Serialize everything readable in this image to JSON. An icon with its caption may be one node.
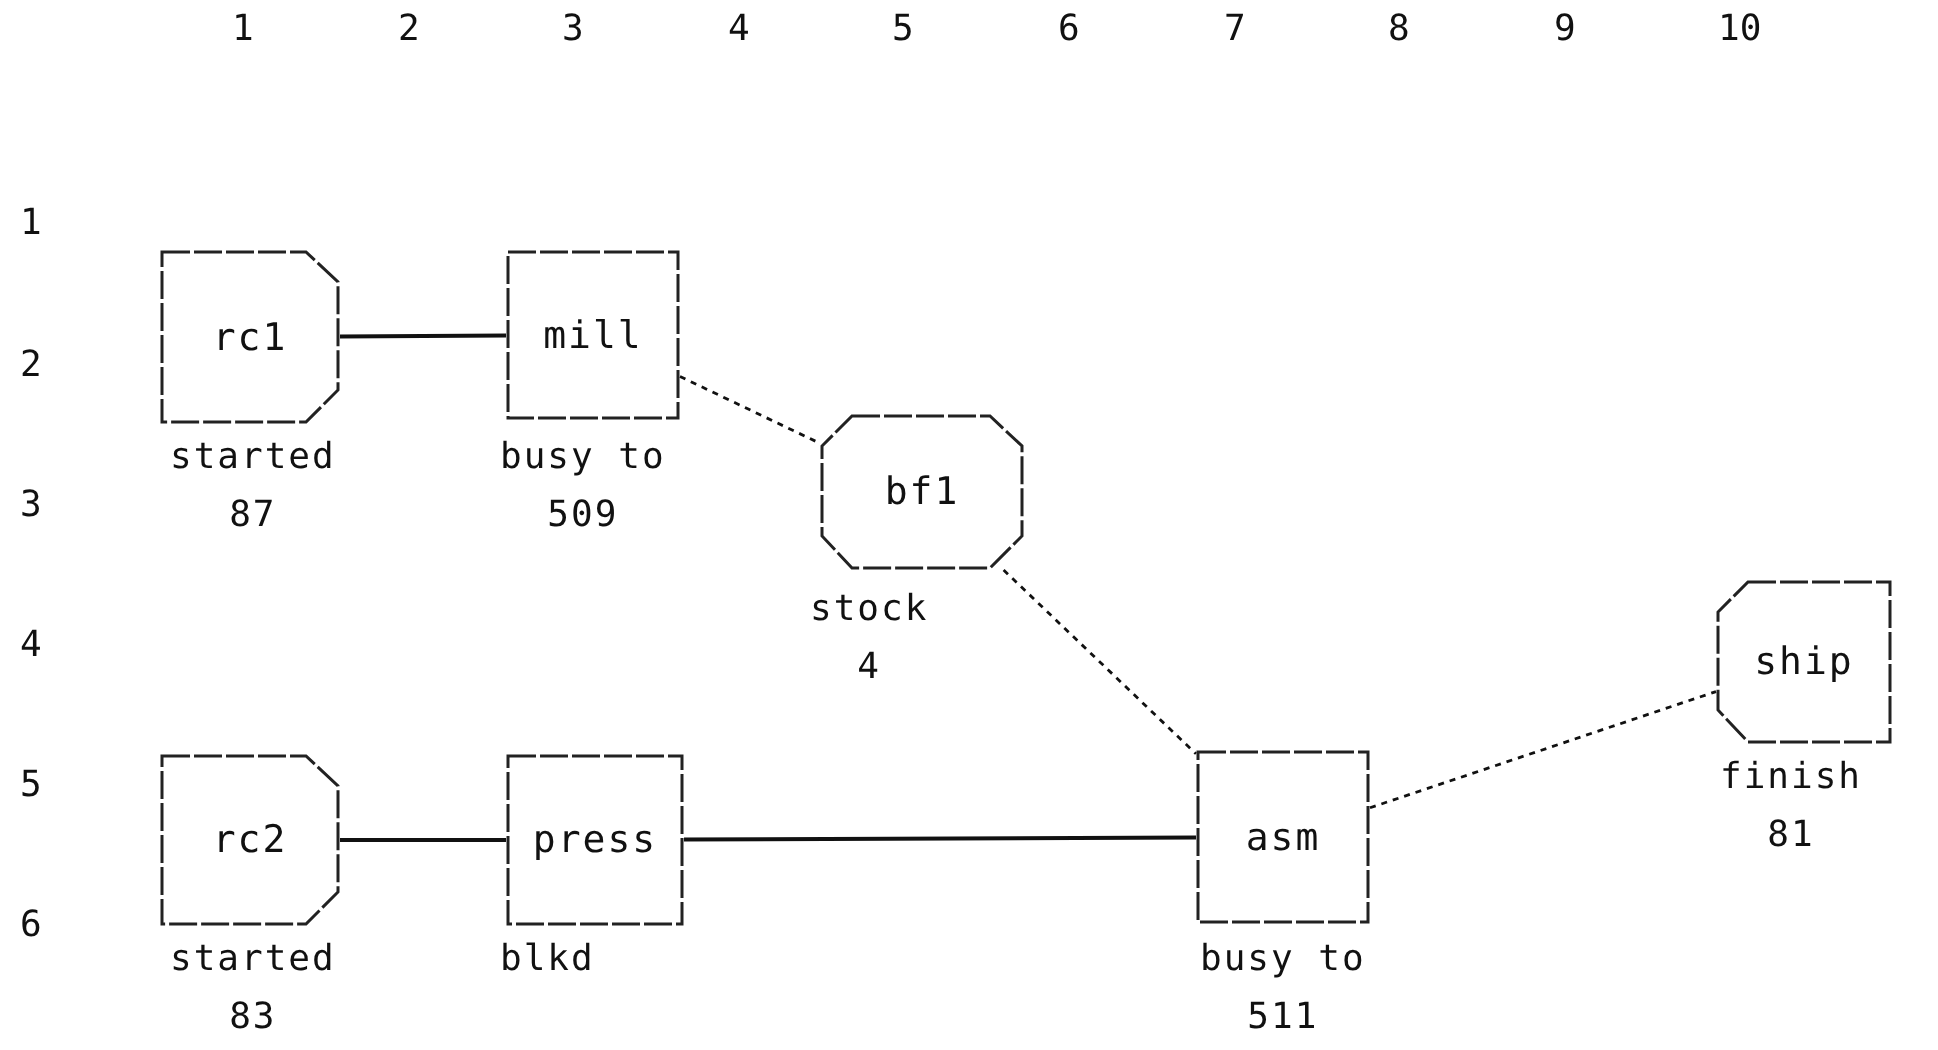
{
  "diagram": {
    "nodes": [
      {
        "text": [
          "rc1"
        ],
        "beside": [
          "started",
          "87"
        ]
      },
      {
        "text": [
          "mill"
        ],
        "beside": [
          "busy to",
          "509"
        ]
      },
      {
        "text": [
          "bf1"
        ],
        "beside": [
          "stock",
          "4"
        ]
      },
      {
        "text": [
          "ship"
        ],
        "beside": [
          "finish",
          "81"
        ]
      },
      {
        "text": [
          "rc2"
        ],
        "beside": [
          "started",
          "83"
        ]
      },
      {
        "text": [
          "press"
        ],
        "beside": [
          "blkd"
        ]
      },
      {
        "text": [
          "asm"
        ],
        "beside": [
          "busy to",
          "511"
        ]
      }
    ],
    "edges": [
      {
        "from": 0,
        "to": 1,
        "arrow": "none"
      },
      {
        "from": 1,
        "to": 2,
        "arrow": "none",
        "style": "dashed"
      },
      {
        "from": 2,
        "to": 6,
        "arrow": "none",
        "style": "dashed"
      },
      {
        "from": 4,
        "to": 5,
        "arrow": "none"
      },
      {
        "from": 5,
        "to": 6,
        "arrow": "none"
      },
      {
        "from": 6,
        "to": 3,
        "arrow": "none",
        "style": "dashed"
      }
    ],
    "labels": [
      "1",
      "2",
      "3",
      "4",
      "5",
      "6",
      "7",
      "8",
      "9",
      "10",
      "1",
      "2",
      "3",
      "4",
      "5",
      "6"
    ]
  }
}
